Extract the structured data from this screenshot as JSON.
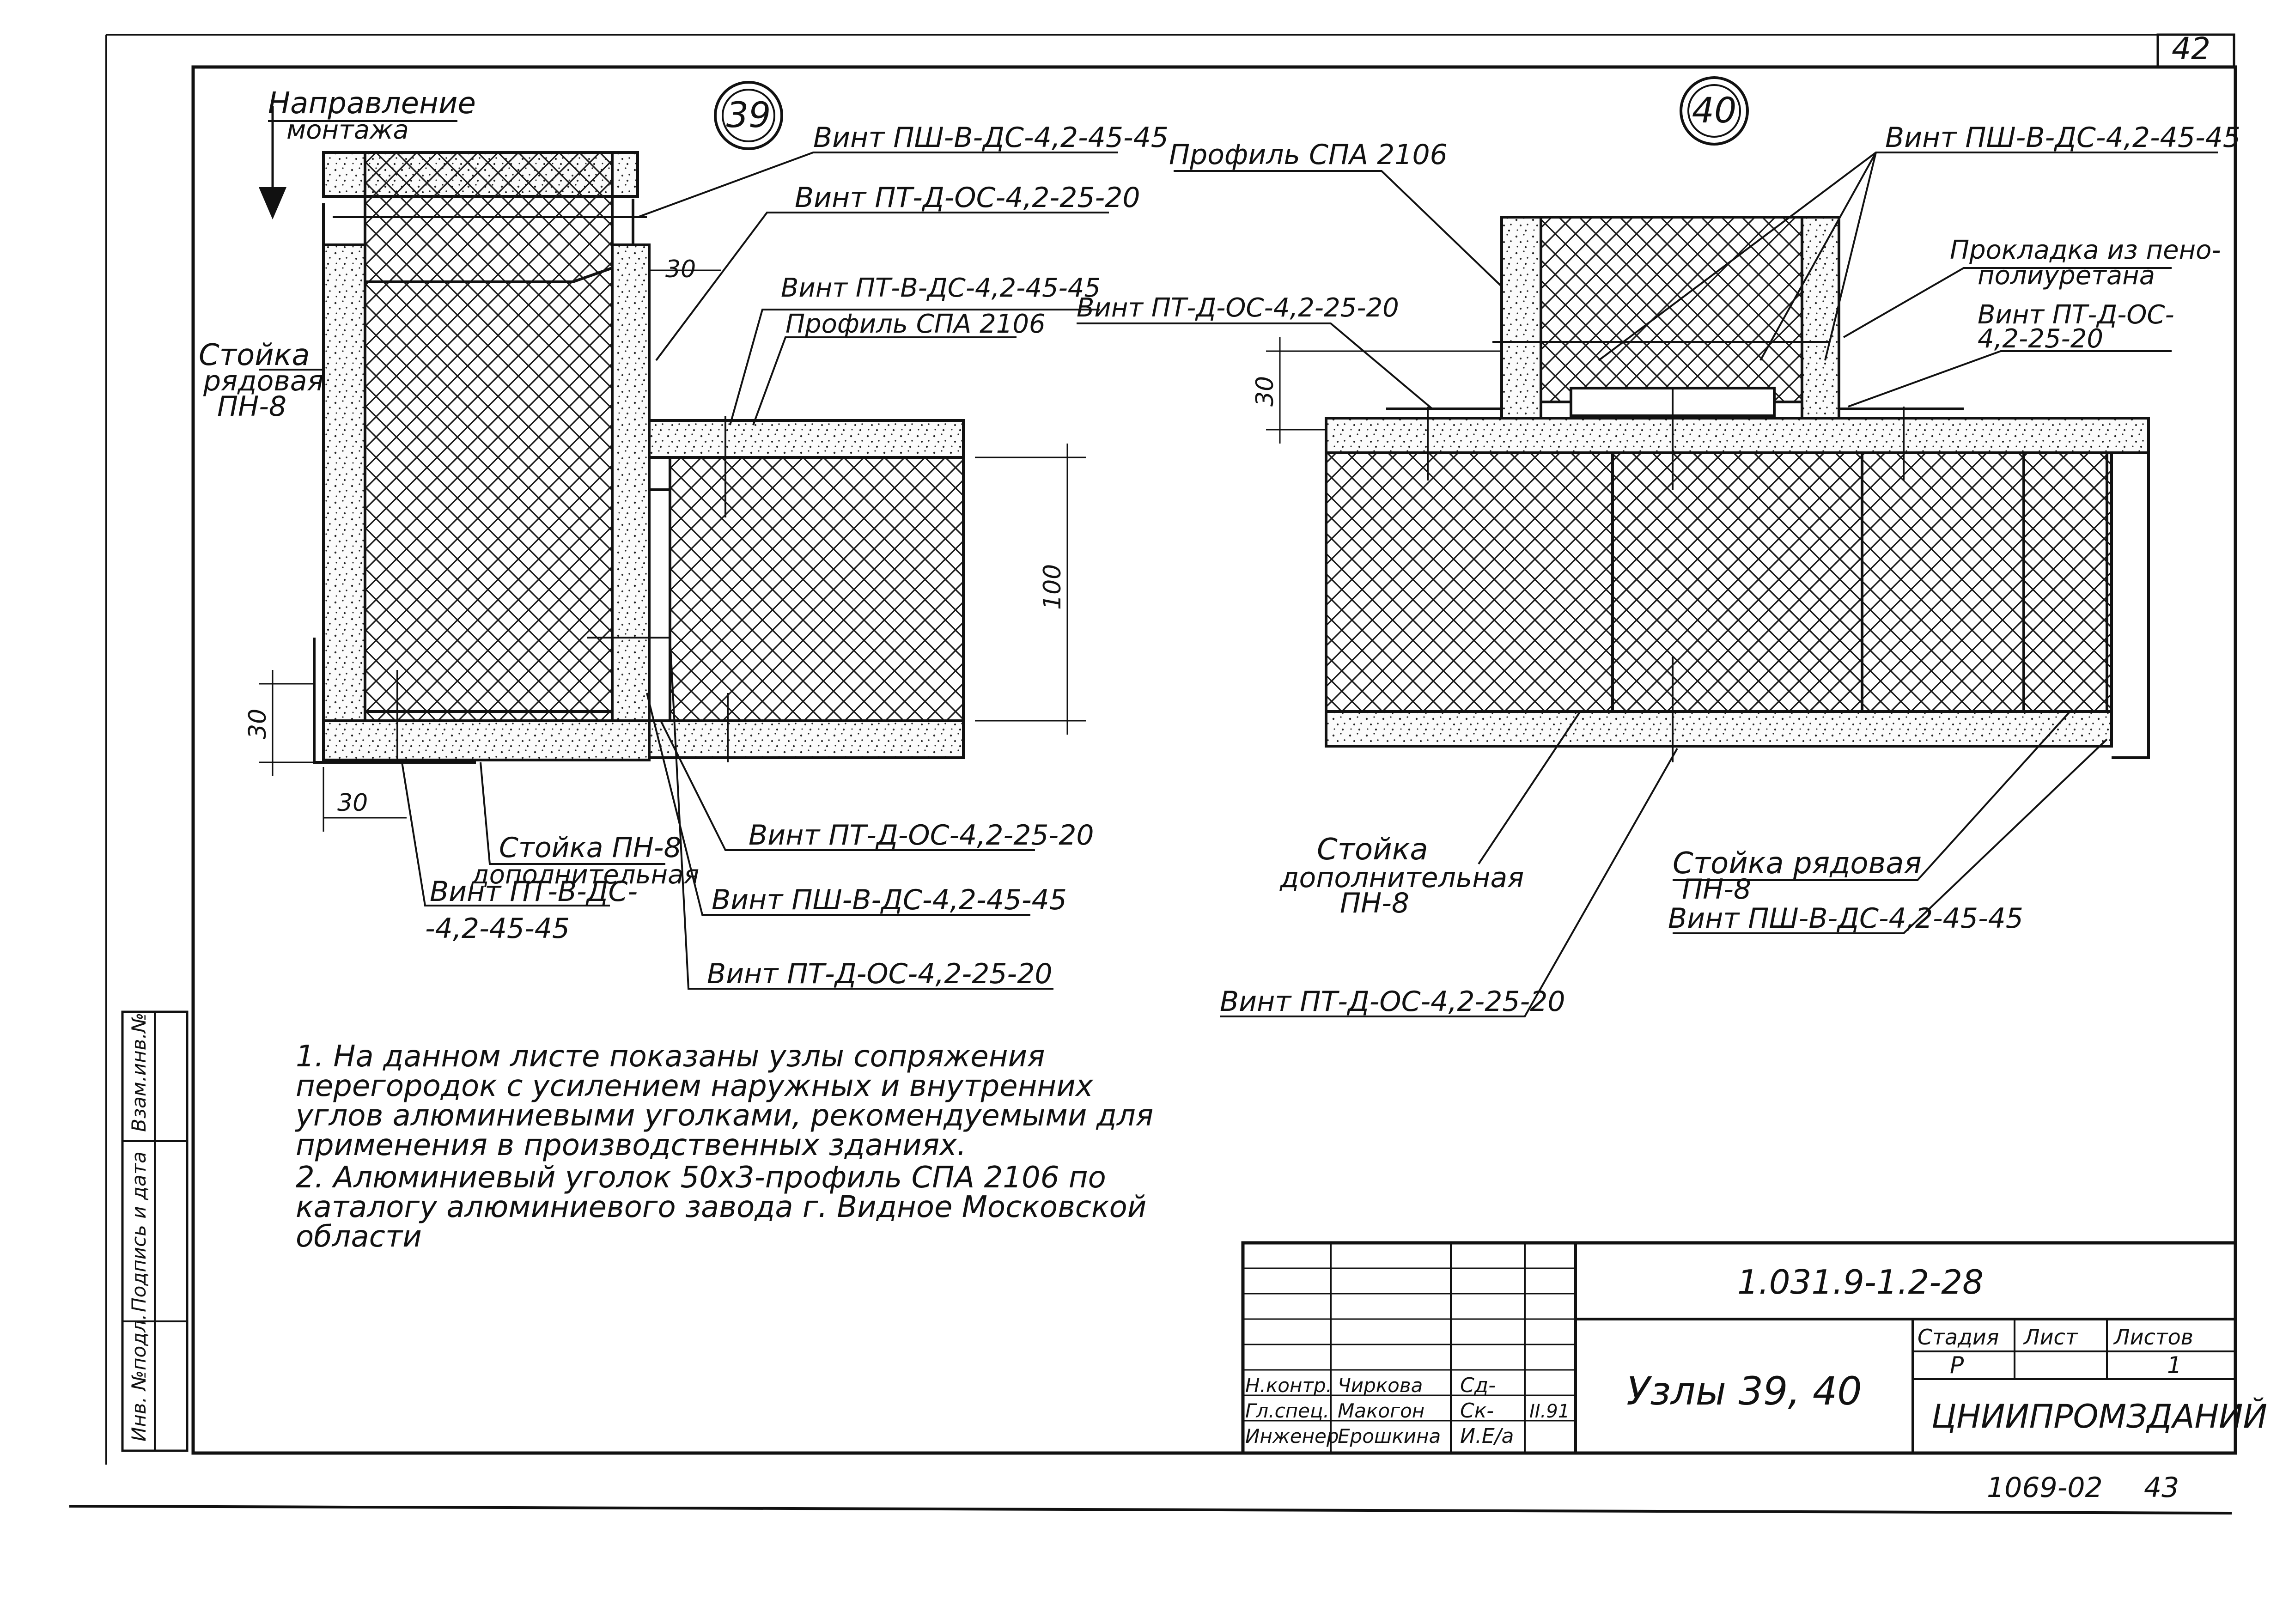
{
  "sheet_number": "42",
  "footer_code": "1069-02",
  "footer_page": "43",
  "node39": {
    "number": "39",
    "mount_direction_line1": "Направление",
    "mount_direction_line2": "монтажа",
    "callouts": {
      "screw_top": "Винт ПШ-В-ДС-4,2-45-45",
      "screw_pt_d": "Винт ПТ-Д-ОС-4,2-25-20",
      "screw_pt_v": "Винт ПТ-В-ДС-4,2-45-45",
      "profile": "Профиль СПА 2106",
      "post_line1": "Стойка",
      "post_line2": "рядовая",
      "post_line3": "ПН-8",
      "post_add_line1": "Стойка ПН-8",
      "post_add_line2": "дополнительная",
      "screw_bottom_left_line1": "Винт ПТ-В-ДС-",
      "screw_bottom_left_line2": "-4,2-45-45",
      "screw_bottom_1": "Винт ПТ-Д-ОС-4,2-25-20",
      "screw_bottom_2": "Винт ПШ-В-ДС-4,2-45-45",
      "screw_bottom_3": "Винт ПТ-Д-ОС-4,2-25-20"
    },
    "dims": {
      "top": "30",
      "height": "100",
      "left": "30",
      "bottom": "30"
    }
  },
  "node40": {
    "number": "40",
    "callouts": {
      "profile": "Профиль СПА 2106",
      "screw_top": "Винт ПШ-В-ДС-4,2-45-45",
      "screw_mid": "Винт ПТ-Д-ОС-4,2-25-20",
      "gasket_line1": "Прокладка из пено-",
      "gasket_line2": "полиуретана",
      "screw_right_line1": "Винт ПТ-Д-ОС-",
      "screw_right_line2": "4,2-25-20",
      "post_add_line1": "Стойка",
      "post_add_line2": "дополнительная",
      "post_add_line3": "ПН-8",
      "post_reg_line1": "Стойка рядовая",
      "post_reg_line2": "ПН-8",
      "screw_bottom_right": "Винт ПШ-В-ДС-4,2-45-45",
      "screw_bottom": "Винт ПТ-Д-ОС-4,2-25-20"
    },
    "dims": {
      "left": "30"
    }
  },
  "notes": [
    "1. На данном листе показаны узлы сопряжения перегородок с усилением наружных и внутренних углов алюминиевыми уголками, рекомендуемыми для применения в производственных зданиях.",
    "2. Алюминиевый уголок 50x3-профиль СПА 2106 по каталогу алюминиевого завода г. Видное Московской области"
  ],
  "side_stamp": {
    "col1": "Инв. №подл.",
    "col2": "Подпись и дата",
    "col3": "Взам.инв.№"
  },
  "title_block": {
    "code": "1.031.9-1.2-28",
    "title": "Узлы 39, 40",
    "org": "ЦНИИПРОМЗДАНИЙ",
    "stage_header": "Стадия",
    "sheet_header": "Лист",
    "sheets_header": "Листов",
    "stage": "Р",
    "sheet": "",
    "sheets": "1",
    "roles": [
      "Н.контр.",
      "Гл.спец.",
      "Инженер"
    ],
    "names": [
      "Чиркова",
      "Макогон",
      "Ерошкина"
    ],
    "signs": [
      "Сд-",
      "Ск-",
      "И.Е/а"
    ],
    "date": "II.91"
  }
}
